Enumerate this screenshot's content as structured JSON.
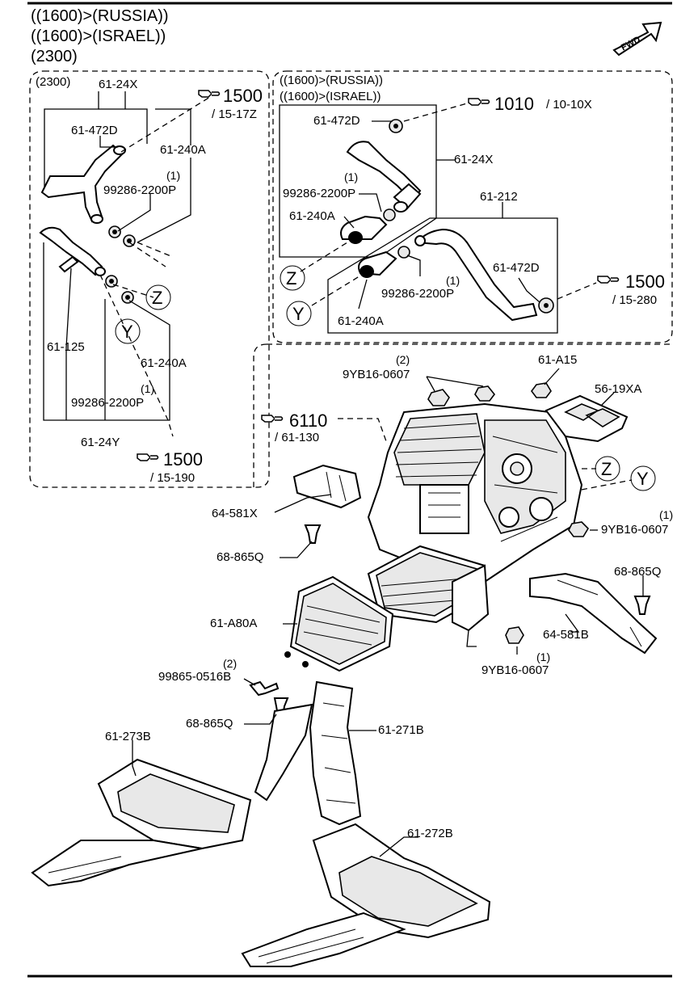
{
  "header": {
    "line1": "((1600)>(RUSSIA))",
    "line2": "((1600)>(ISRAEL))",
    "line3": "(2300)",
    "fwd_label": "FWD"
  },
  "left_group": {
    "title": "(2300)",
    "labels": {
      "p1": "61-24X",
      "p2": "61-472D",
      "p3": "61-240A",
      "p4_qty": "(1)",
      "p4": "99286-2200P",
      "p5": "61-125",
      "p6": "61-240A",
      "p7_qty": "(1)",
      "p7": "99286-2200P",
      "p8": "61-24Y"
    },
    "ref_top": {
      "number": "1500",
      "sub": "/ 15-17Z"
    },
    "ref_bottom": {
      "number": "1500",
      "sub": "/ 15-190"
    },
    "markers": {
      "z": "Z",
      "y": "Y"
    }
  },
  "right_group": {
    "title1": "((1600)>(RUSSIA))",
    "title2": "((1600)>(ISRAEL))",
    "labels": {
      "p1": "61-472D",
      "p2": "61-24X",
      "p3_qty": "(1)",
      "p3": "99286-2200P",
      "p4": "61-240A",
      "p5": "61-212",
      "p6": "61-472D",
      "p7_qty": "(1)",
      "p7": "99286-2200P",
      "p8": "61-240A"
    },
    "ref_top": {
      "number": "1010",
      "sub": "/ 10-10X"
    },
    "ref_right": {
      "number": "1500",
      "sub": "/ 15-280"
    },
    "markers": {
      "z": "Z",
      "y": "Y"
    }
  },
  "main": {
    "ref": {
      "number": "6110",
      "sub": "/ 61-130"
    },
    "labels": {
      "a1_qty": "(2)",
      "a1": "9YB16-0607",
      "a2": "61-A15",
      "a3": "56-19XA",
      "a4": "64-581X",
      "a5": "68-865Q",
      "a6_qty": "(1)",
      "a6": "9YB16-0607",
      "a7": "68-865Q",
      "a8": "61-A80A",
      "a9": "64-581B",
      "a10_qty": "(1)",
      "a10": "9YB16-0607",
      "a11_qty": "(2)",
      "a11": "99865-0516B",
      "a12": "68-865Q",
      "a13": "61-271B",
      "a14": "61-273B",
      "a15": "61-272B"
    },
    "markers": {
      "z": "Z",
      "y": "Y"
    }
  }
}
